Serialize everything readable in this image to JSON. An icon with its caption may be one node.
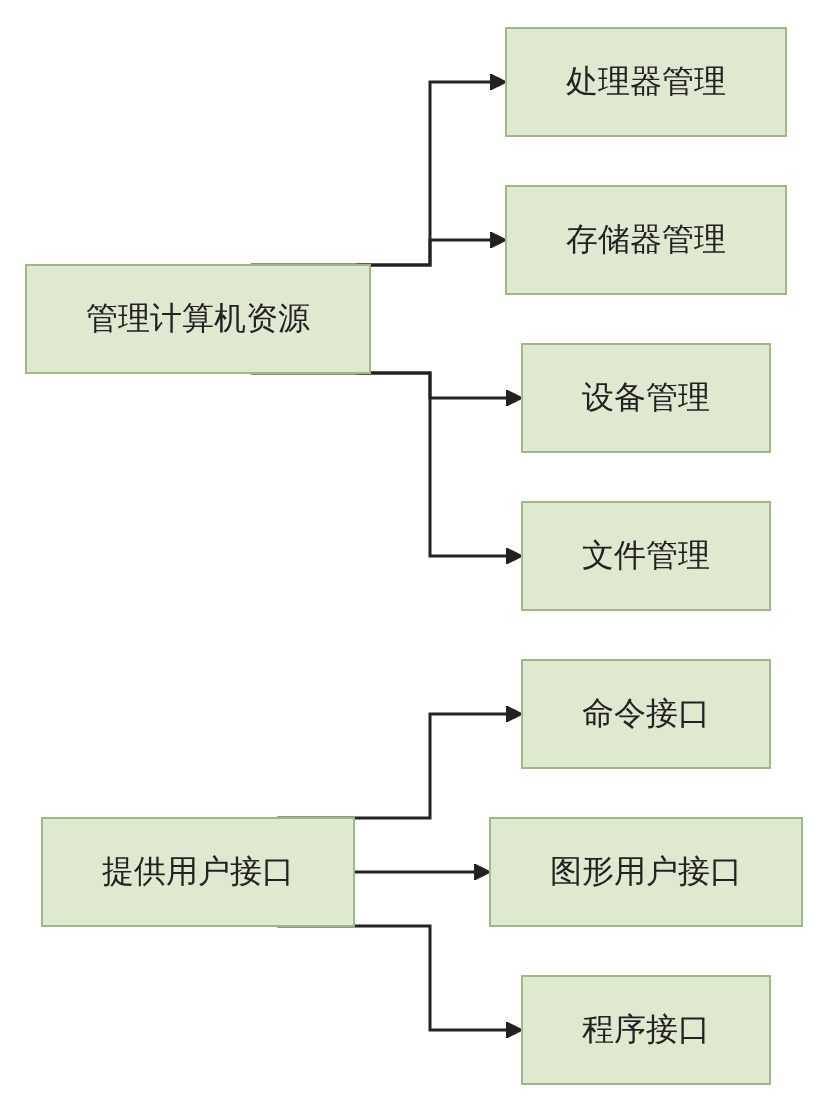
{
  "diagram": {
    "nodes": [
      {
        "text": [
          "管理计算机资源"
        ]
      },
      {
        "text": [
          "处理器管理"
        ]
      },
      {
        "text": [
          "存储器管理"
        ]
      },
      {
        "text": [
          "设备管理"
        ]
      },
      {
        "text": [
          "文件管理"
        ]
      },
      {
        "text": [
          "提供用户接口"
        ]
      },
      {
        "text": [
          "命令接口"
        ]
      },
      {
        "text": [
          "图形用户接口"
        ]
      },
      {
        "text": [
          "程序接口"
        ]
      }
    ],
    "edges": [
      {
        "from": 0,
        "to": 1,
        "arrow": "to"
      },
      {
        "from": 0,
        "to": 2,
        "arrow": "to"
      },
      {
        "from": 0,
        "to": 3,
        "arrow": "to"
      },
      {
        "from": 0,
        "to": 4,
        "arrow": "to"
      },
      {
        "from": 5,
        "to": 6,
        "arrow": "to"
      },
      {
        "from": 5,
        "to": 7,
        "arrow": "to"
      },
      {
        "from": 5,
        "to": 8,
        "arrow": "to"
      }
    ]
  }
}
